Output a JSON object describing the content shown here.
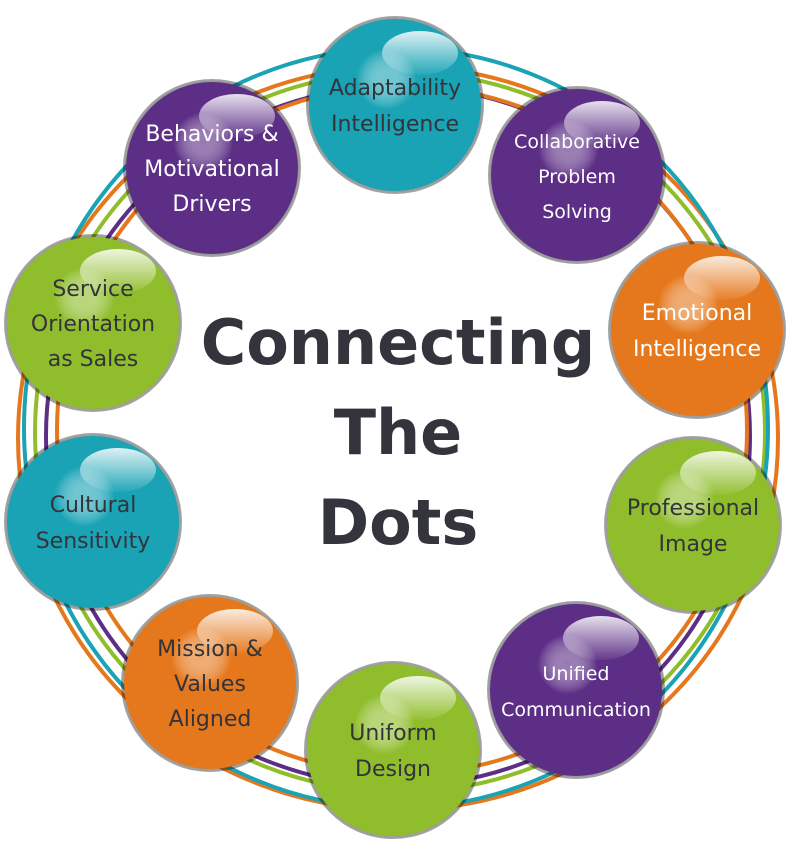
{
  "title": {
    "lines": [
      "Connecting",
      "The",
      "Dots"
    ]
  },
  "colors": {
    "teal": "#1aa3b5",
    "purple": "#5c2e85",
    "orange": "#e5781c",
    "green": "#8fbd2b",
    "dark_text": "#33333a",
    "light_text": "#ffffff"
  },
  "dots": [
    {
      "lines": [
        "Adaptability",
        "Intelligence"
      ],
      "color": "teal",
      "text": "dark"
    },
    {
      "lines": [
        "Collaborative",
        "Problem",
        "Solving"
      ],
      "color": "purple",
      "text": "light"
    },
    {
      "lines": [
        "Emotional",
        "Intelligence"
      ],
      "color": "orange",
      "text": "light"
    },
    {
      "lines": [
        "Professional",
        "Image"
      ],
      "color": "green",
      "text": "dark"
    },
    {
      "lines": [
        "Unified",
        "Communication"
      ],
      "color": "purple",
      "text": "light"
    },
    {
      "lines": [
        "Uniform",
        "Design"
      ],
      "color": "green",
      "text": "dark"
    },
    {
      "lines": [
        "Mission &",
        "Values",
        "Aligned"
      ],
      "color": "orange",
      "text": "dark"
    },
    {
      "lines": [
        "Cultural",
        "Sensitivity"
      ],
      "color": "teal",
      "text": "dark"
    },
    {
      "lines": [
        "Service",
        "Orientation",
        "as Sales"
      ],
      "color": "green",
      "text": "dark"
    },
    {
      "lines": [
        "Behaviors &",
        "Motivational",
        "Drivers"
      ],
      "color": "purple",
      "text": "light"
    }
  ]
}
